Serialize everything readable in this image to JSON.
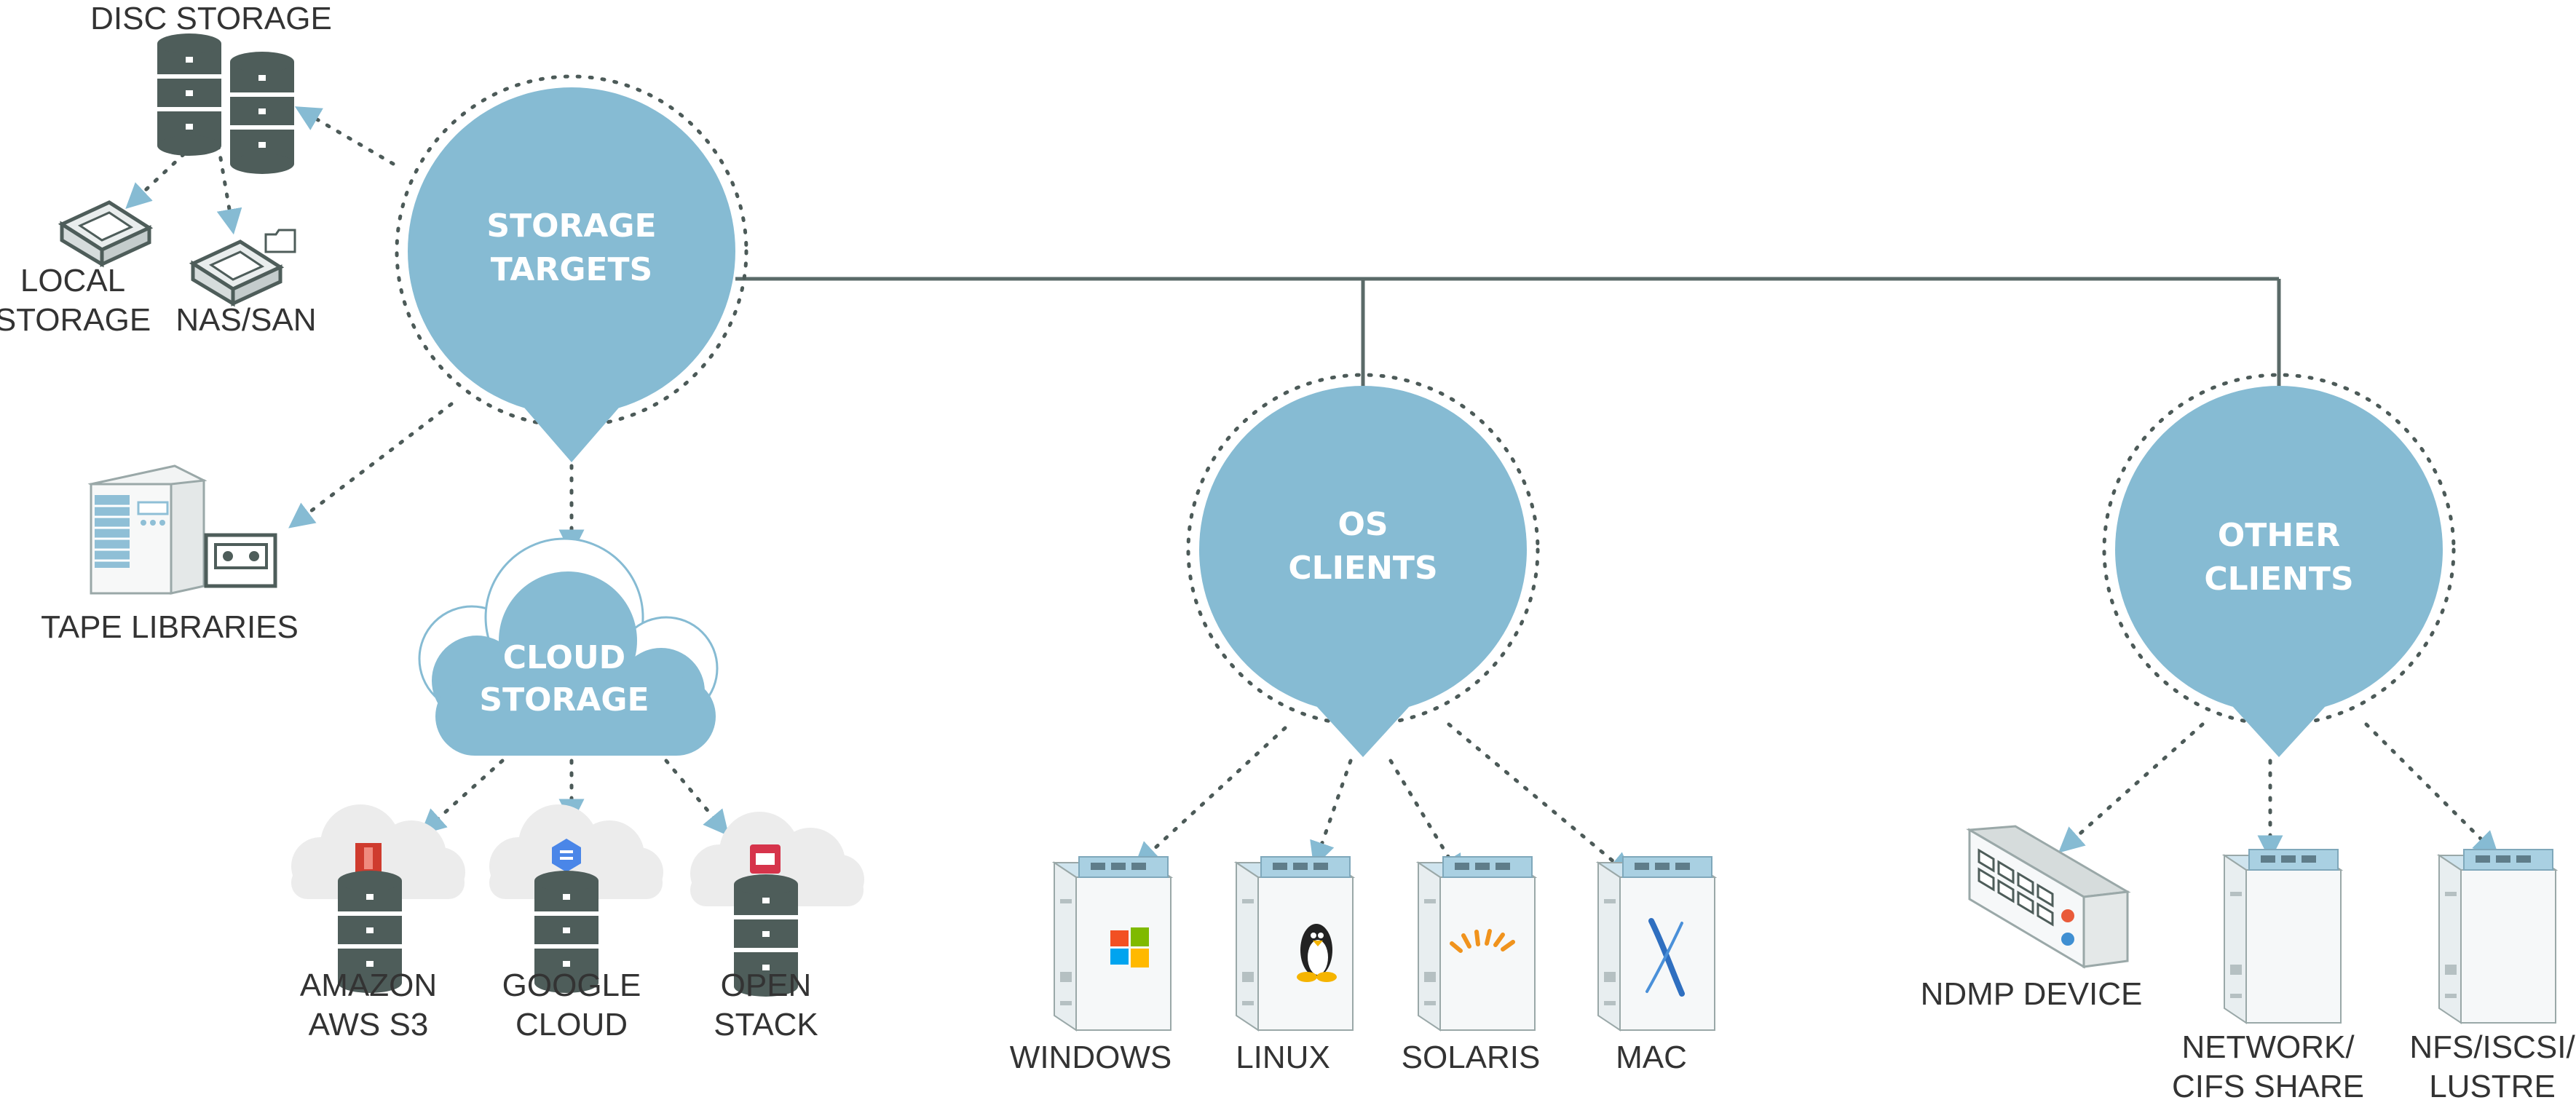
{
  "colors": {
    "hub": "#86bbd3",
    "line": "#5a6a68",
    "dot": "#4c5a58",
    "arrow": "#86bbd3",
    "db": "#4e5d5a",
    "text": "#333333",
    "cloud_grey": "#ececec"
  },
  "hubs": {
    "storage_targets": [
      "STORAGE",
      "TARGETS"
    ],
    "os_clients": [
      "OS",
      "CLIENTS"
    ],
    "other_clients": [
      "OTHER",
      "CLIENTS"
    ],
    "cloud_storage": [
      "CLOUD",
      "STORAGE"
    ]
  },
  "storage": {
    "disc": "DISC STORAGE",
    "local": [
      "LOCAL",
      "STORAGE"
    ],
    "nas": "NAS/SAN",
    "tape": "TAPE LIBRARIES"
  },
  "cloud": {
    "aws": [
      "AMAZON",
      "AWS S3"
    ],
    "google": [
      "GOOGLE",
      "CLOUD"
    ],
    "openstack": [
      "OPEN",
      "STACK"
    ]
  },
  "os": {
    "windows": "WINDOWS",
    "linux": "LINUX",
    "solaris": "SOLARIS",
    "mac": "MAC"
  },
  "other": {
    "ndmp": "NDMP DEVICE",
    "network": [
      "NETWORK/",
      "CIFS SHARE"
    ],
    "nfs": [
      "NFS/ISCSI/",
      "LUSTRE"
    ]
  },
  "icons": [
    "database-icon",
    "hard-drive-icon",
    "nas-icon",
    "tape-library-icon",
    "cloud-icon",
    "server-tower-icon",
    "windows-logo-icon",
    "linux-penguin-icon",
    "solaris-logo-icon",
    "mac-x-logo-icon",
    "ndmp-device-icon"
  ]
}
